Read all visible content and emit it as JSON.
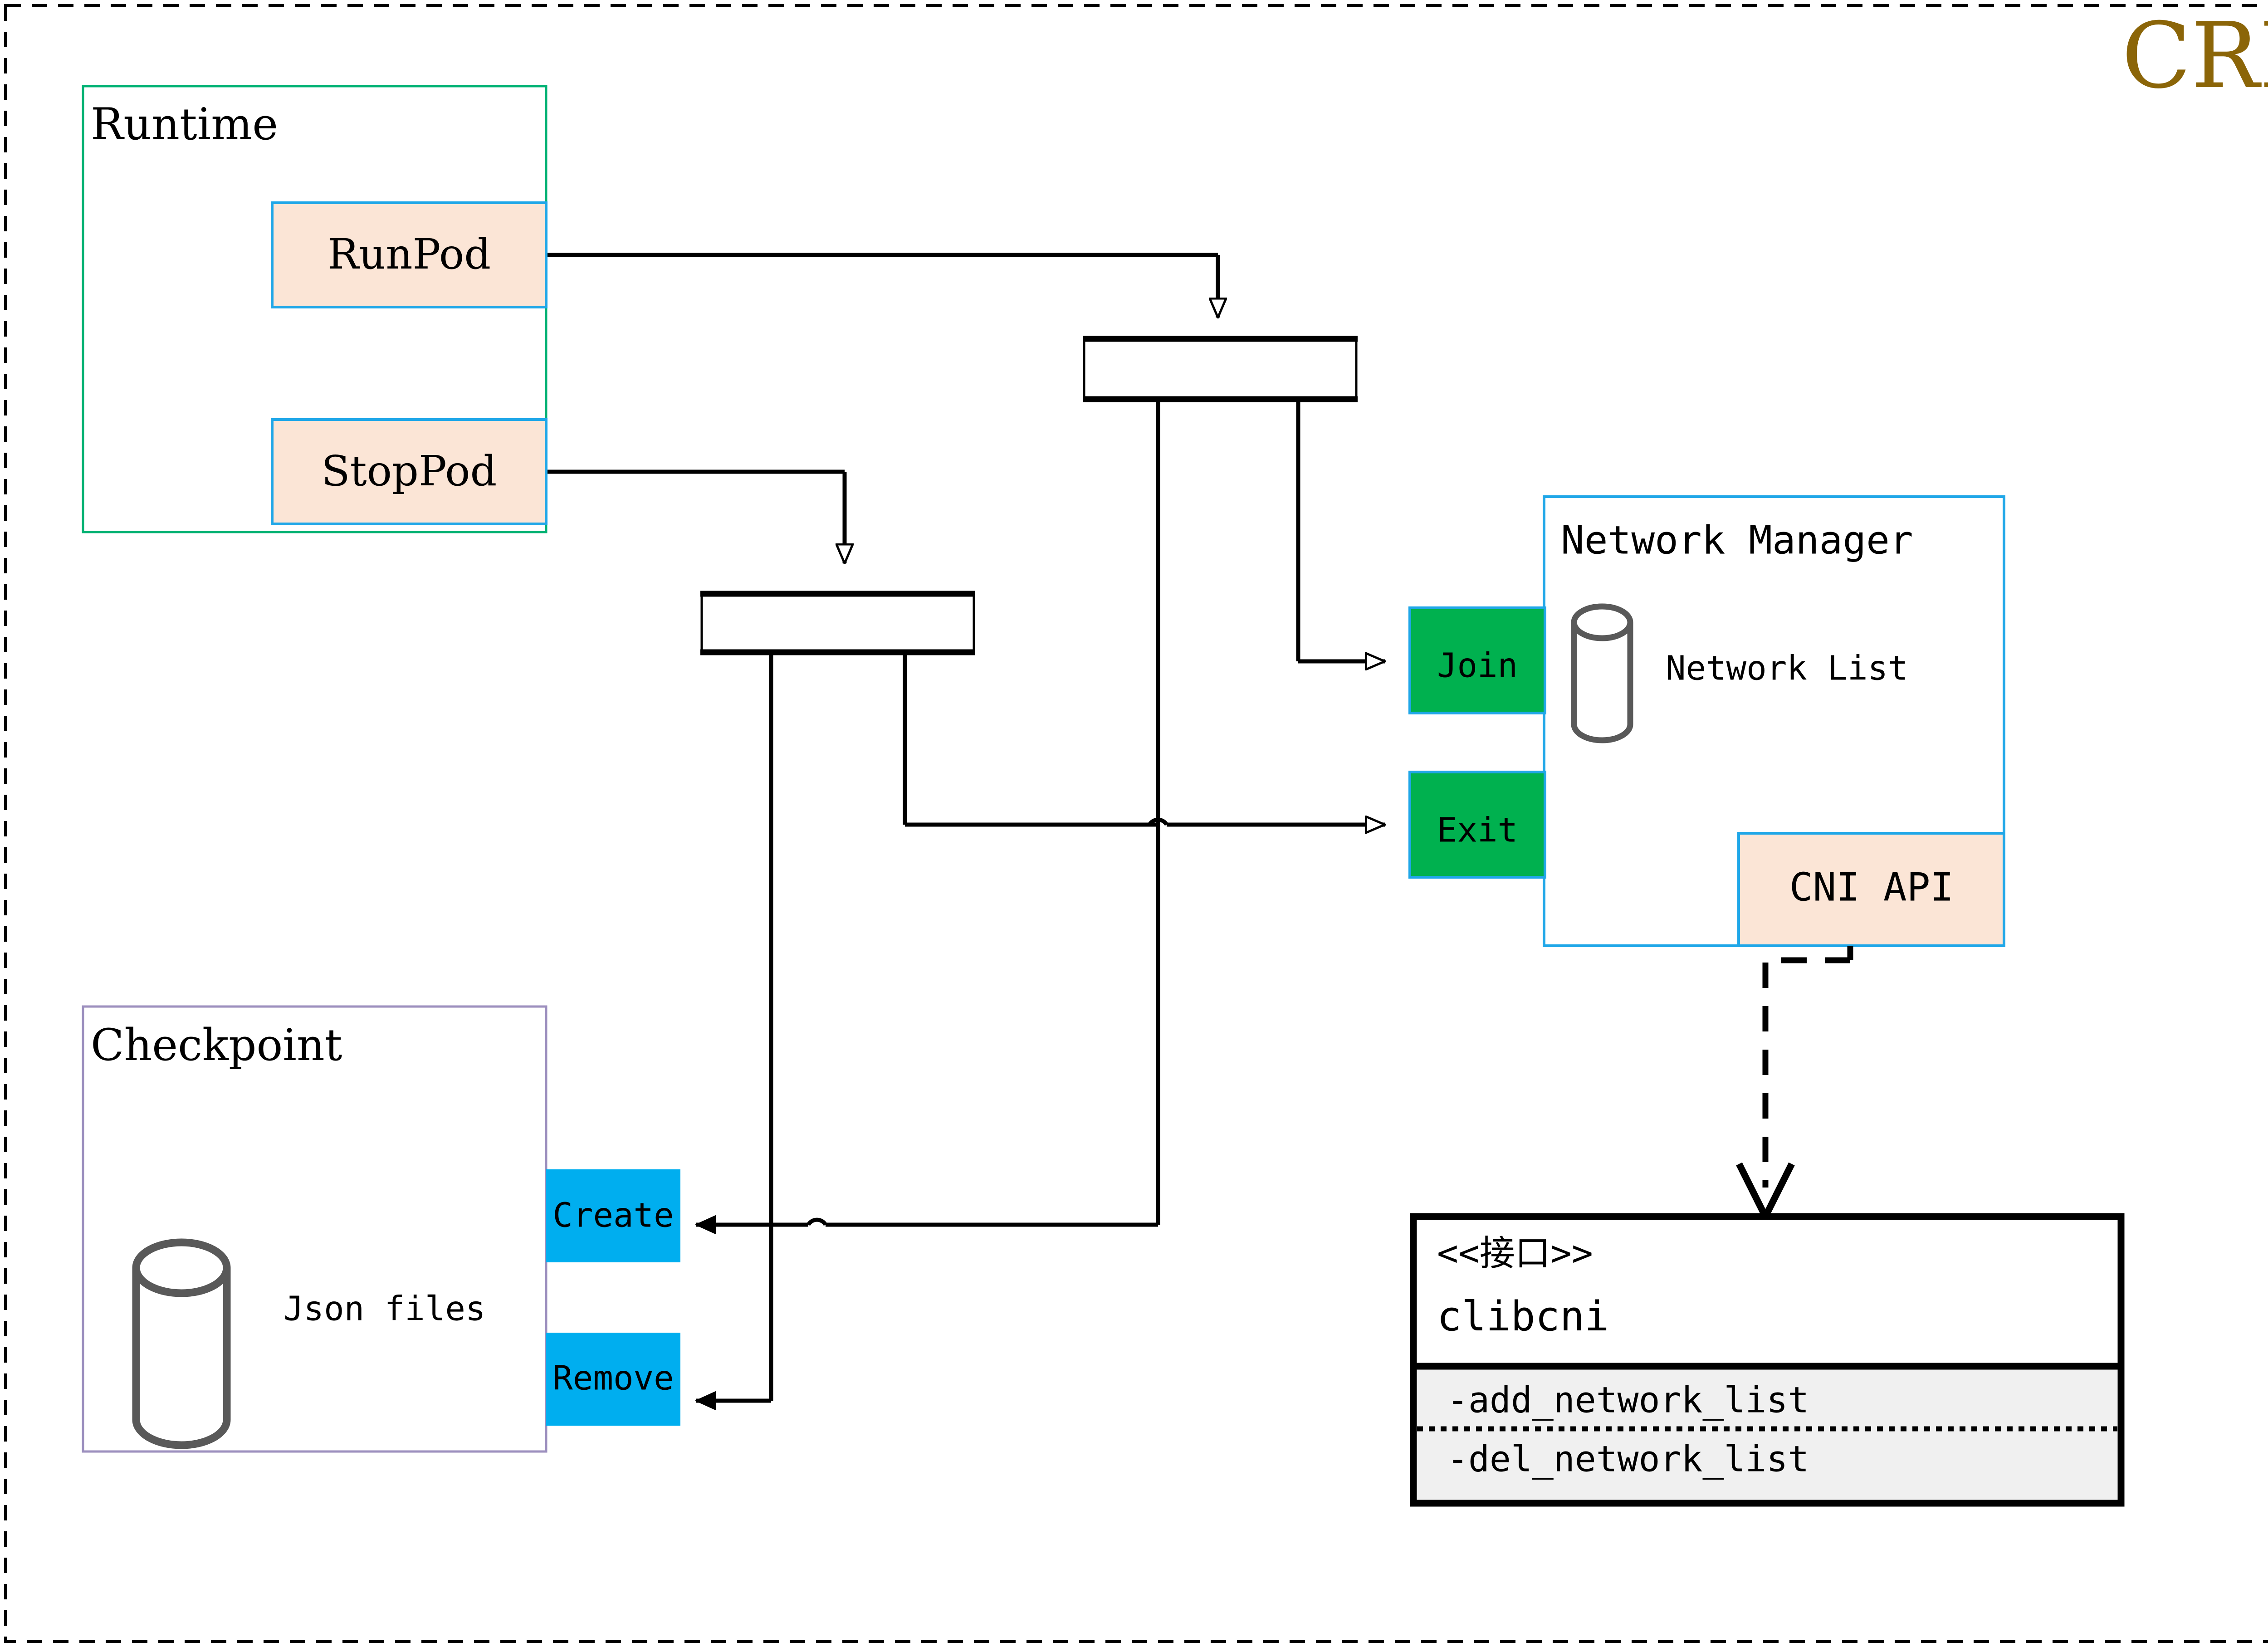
{
  "diagram": {
    "title": "CRI",
    "title_color": "#8B6508",
    "outer_border_style": "dashed",
    "colors": {
      "peach_fill": "#FBE5D6",
      "blue_border": "#20A7E8",
      "green_border": "#00B274",
      "purple_border": "#9C8FBE",
      "green_fill": "#00B14F",
      "cyan_fill": "#00AEEF",
      "gray_stroke": "#595959",
      "uml_method_fill": "#F0F0F0",
      "line_color": "#000000"
    },
    "groups": [
      {
        "id": "runtime",
        "label": "Runtime",
        "border": "green"
      },
      {
        "id": "checkpoint",
        "label": "Checkpoint",
        "border": "purple"
      },
      {
        "id": "network_manager",
        "label": "Network Manager",
        "border": "blue"
      }
    ],
    "runtime": {
      "label": "Runtime",
      "operations": [
        {
          "id": "runpod",
          "label": "RunPod"
        },
        {
          "id": "stoppod",
          "label": "StopPod"
        }
      ]
    },
    "checkpoint": {
      "label": "Checkpoint",
      "store_label": "Json files",
      "store_icon": "cylinder-database-icon",
      "operations": [
        {
          "id": "create",
          "label": "Create"
        },
        {
          "id": "remove",
          "label": "Remove"
        }
      ]
    },
    "network_manager": {
      "label": "Network Manager",
      "store_label": "Network List",
      "store_icon": "cylinder-database-icon",
      "operations": [
        {
          "id": "join",
          "label": "Join"
        },
        {
          "id": "exit",
          "label": "Exit"
        }
      ],
      "api": {
        "id": "cni_api",
        "label": "CNI API"
      }
    },
    "interface": {
      "stereotype": "<<接口>>",
      "name": "clibcni",
      "methods": [
        "-add_network_list",
        "-del_network_list"
      ]
    },
    "fork_bars": [
      {
        "id": "fork-upper",
        "label": ""
      },
      {
        "id": "fork-lower",
        "label": ""
      }
    ]
  }
}
